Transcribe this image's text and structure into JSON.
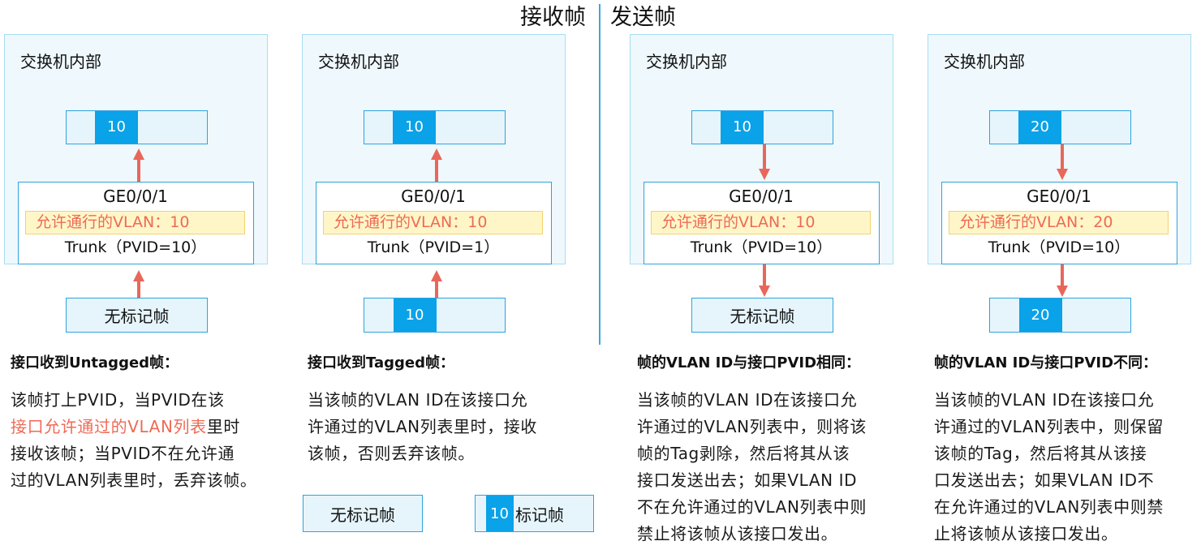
{
  "header": {
    "receive_title": "接收帧",
    "send_title": "发送帧"
  },
  "colors": {
    "panel_bg": "#eef8fd",
    "panel_border": "#a9ddf2",
    "frame_border": "#2fa3dc",
    "frame_fill": "#e6f5fc",
    "tag_fill": "#0aa2e8",
    "port_border": "#2fa3dc",
    "highlight_fill": "#fff6c8",
    "highlight_border": "#f3d26b",
    "highlight_text": "#ef6a55",
    "arrow": "#e8675b",
    "divider": "#3aa8dd",
    "text": "#111111"
  },
  "panels": [
    {
      "title": "交换机内部",
      "arrow_icon": "arrow-up-icon",
      "inner_frame": {
        "tag": "10"
      },
      "port": {
        "name": "GE0/0/1",
        "allowed_vlan": "允许通行的VLAN：10",
        "mode": "Trunk（PVID=10）"
      },
      "outer_frame": {
        "label": "无标记帧"
      }
    },
    {
      "title": "交换机内部",
      "arrow_icon": "arrow-up-icon",
      "inner_frame": {
        "tag": "10"
      },
      "port": {
        "name": "GE0/0/1",
        "allowed_vlan": "允许通行的VLAN：10",
        "mode": "Trunk（PVID=1）"
      },
      "outer_frame": {
        "tag": "10"
      }
    },
    {
      "title": "交换机内部",
      "arrow_icon": "arrow-down-icon",
      "inner_frame": {
        "tag": "10"
      },
      "port": {
        "name": "GE0/0/1",
        "allowed_vlan": "允许通行的VLAN：10",
        "mode": "Trunk（PVID=10）"
      },
      "outer_frame": {
        "label": "无标记帧"
      }
    },
    {
      "title": "交换机内部",
      "arrow_icon": "arrow-down-icon",
      "inner_frame": {
        "tag": "20"
      },
      "port": {
        "name": "GE0/0/1",
        "allowed_vlan": "允许通行的VLAN：20",
        "mode": "Trunk（PVID=10）"
      },
      "outer_frame": {
        "tag": "20"
      }
    }
  ],
  "descriptions": [
    {
      "heading": "接口收到Untagged帧：",
      "lines": [
        "该帧打上PVID，当PVID在该",
        {
          "highlight": "接口允许通过的VLAN列表",
          "text": "里时"
        },
        "接收该帧；当PVID不在允许通",
        "过的VLAN列表里时，丢弃该帧。"
      ]
    },
    {
      "heading": "接口收到Tagged帧：",
      "lines": [
        "当该帧的VLAN ID在该接口允",
        "许通过的VLAN列表里时，接收",
        "该帧，否则丢弃该帧。"
      ]
    },
    {
      "heading": "帧的VLAN ID与接口PVID相同：",
      "lines": [
        "当该帧的VLAN ID在该接口允",
        "许通过的VLAN列表中，则将该",
        "帧的Tag剥除，然后将其从该",
        "接口发送出去；如果VLAN ID",
        "不在允许通过的VLAN列表中则",
        "禁止将该帧从该接口发出。"
      ]
    },
    {
      "heading": "帧的VLAN ID与接口PVID不同：",
      "lines": [
        "当该帧的VLAN ID在该接口允",
        "许通过的VLAN列表中，则保留",
        "该帧的Tag，然后将其从该接",
        "口发送出去；如果VLAN ID不",
        "在允许通过的VLAN列表中则禁",
        "止将该帧从该接口发出。"
      ]
    }
  ],
  "legend": {
    "untagged_label": "无标记帧",
    "tagged_tag": "10",
    "tagged_label": "标记帧"
  }
}
